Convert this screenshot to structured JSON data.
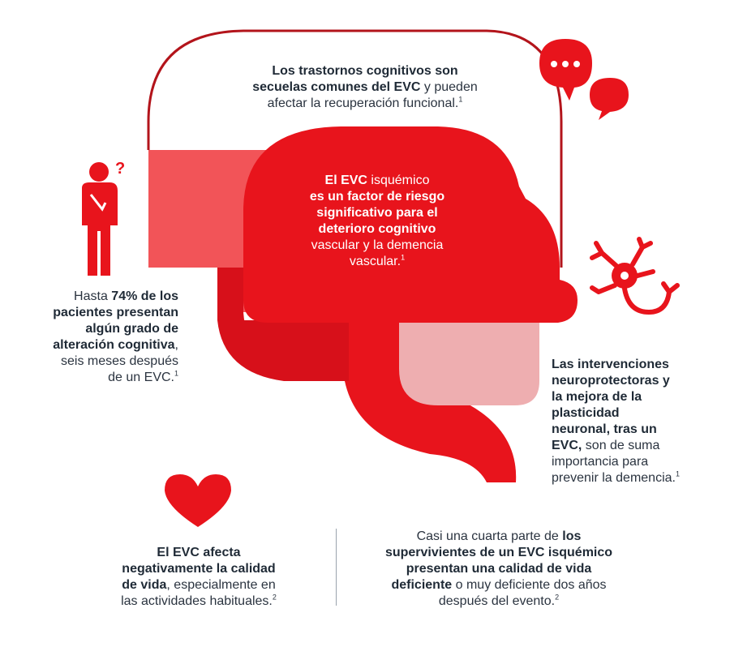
{
  "colors": {
    "red_main": "#e8141c",
    "red_dark": "#c8101a",
    "red_light": "#f25458",
    "pink": "#eeaeb0",
    "outline": "#b3141b",
    "text": "#2b3440"
  },
  "icons": [
    "speech-bubbles-icon",
    "confused-person-icon",
    "neuron-icon",
    "heart-icon"
  ],
  "top": {
    "bold1": "Los trastornos cognitivos son",
    "bold2": "secuelas comunes del EVC",
    "rest2": " y pueden",
    "line3": "afectar la recuperación funcional.",
    "sup": "1"
  },
  "center": {
    "bold1": "El EVC",
    "rest1": " isquémico",
    "bold2": "es un factor de riesgo",
    "bold3": "significativo para el",
    "bold4": "deterioro cognitivo",
    "line5": "vascular y la demencia",
    "line6": "vascular.",
    "sup": "1"
  },
  "left": {
    "pre1": "Hasta ",
    "bold1": "74% de los",
    "bold2": "pacientes presentan",
    "bold3": "algún grado de",
    "bold4": "alteración cognitiva",
    "rest4": ",",
    "line5": "seis meses después",
    "line6": "de un EVC.",
    "sup": "1"
  },
  "right": {
    "bold1": "Las intervenciones",
    "bold2": "neuroprotectoras y",
    "bold3": "la mejora de la",
    "bold4": "plasticidad",
    "bold5": "neuronal, tras un",
    "bold6": "EVC,",
    "rest6": " son de suma",
    "line7": "importancia para",
    "line8": "prevenir la demencia.",
    "sup": "1"
  },
  "bottom_left": {
    "bold1": "El EVC afecta",
    "bold2": "negativamente la calidad",
    "bold3": "de vida",
    "rest3": ", especialmente en",
    "line4": "las actividades habituales.",
    "sup": "2"
  },
  "bottom_right": {
    "pre1": "Casi una cuarta parte de ",
    "bold1": "los",
    "bold2": "supervivientes de un EVC isquémico",
    "bold3": "presentan una calidad de vida",
    "bold4": "deficiente",
    "rest4": " o muy deficiente dos años",
    "line5": "después del evento.",
    "sup": "2"
  }
}
